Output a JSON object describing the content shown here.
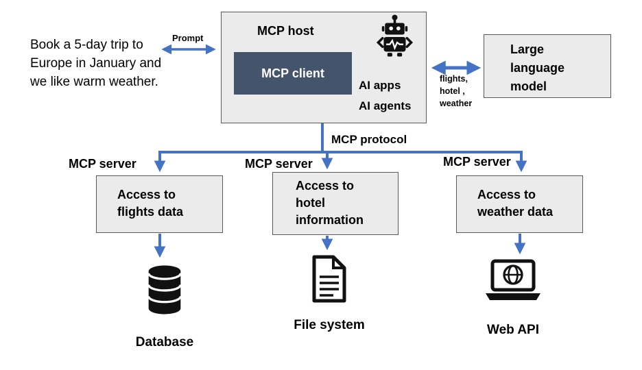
{
  "user_prompt": "Book a 5-day trip to\nEurope in January and\nwe like warm weather.",
  "prompt_arrow_label": "Prompt",
  "host": {
    "title": "MCP host",
    "client": "MCP client",
    "ai_labels": "AI apps\nAI agents",
    "robot_icon": "robot-icon"
  },
  "llm": {
    "label": "Large\nlanguage\nmodel"
  },
  "llm_arrow_label": "flights,\nhotel ,\nweather",
  "protocol_label": "MCP protocol",
  "servers": [
    {
      "label": "MCP server",
      "access": "Access to\nflights data",
      "target": "Database",
      "icon": "database-icon"
    },
    {
      "label": "MCP server",
      "access": "Access to\nhotel\ninformation",
      "target": "File system",
      "icon": "file-document-icon"
    },
    {
      "label": "MCP server",
      "access": "Access to\nweather data",
      "target": "Web API",
      "icon": "laptop-globe-icon"
    }
  ],
  "colors": {
    "arrow_blue": "#4472C4",
    "box_fill": "#EBEBEB",
    "box_border": "#595959",
    "client_fill": "#44546A",
    "icon_black": "#111111"
  }
}
